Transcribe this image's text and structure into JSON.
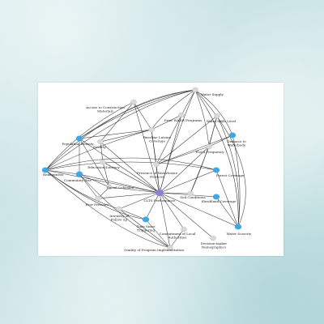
{
  "diagram": {
    "key_color": "#42a6e0",
    "other_color": "#d9d9d9",
    "core_color": "#8e7fd6",
    "nodes": [
      {
        "id": "water-supply",
        "label": "Water Supply",
        "kind": "other"
      },
      {
        "id": "access-construction",
        "label": "Access to Construction",
        "label2": "Materials",
        "kind": "other"
      },
      {
        "id": "prior-wash",
        "label": "Prior WASH Programs",
        "kind": "other"
      },
      {
        "id": "water-table",
        "label": "Water table Level",
        "kind": "other"
      },
      {
        "id": "baseline-latrine",
        "label": "Baseline Latrine",
        "label2": "Coverage",
        "kind": "other"
      },
      {
        "id": "population-density",
        "label": "Population Density",
        "kind": "key"
      },
      {
        "id": "poverty",
        "label": "Poverty",
        "kind": "other"
      },
      {
        "id": "distance-waterbody",
        "label": "Distance to",
        "label2": "Waterbody",
        "kind": "key"
      },
      {
        "id": "flood-frequency",
        "label": "Flood Frequency",
        "kind": "other"
      },
      {
        "id": "education-literacy",
        "label": "Education/Literacy",
        "kind": "other"
      },
      {
        "id": "remoteness",
        "label": "Remoteness",
        "kind": "key"
      },
      {
        "id": "presence-waterborne",
        "label": "Presence of Waterborne",
        "label2": "Diseases",
        "kind": "other"
      },
      {
        "id": "forest-coverage",
        "label": "Forest Coverage",
        "kind": "key"
      },
      {
        "id": "community-size",
        "label": "Community Size",
        "kind": "key"
      },
      {
        "id": "social-cohesion",
        "label": "Social Cohesion",
        "kind": "other"
      },
      {
        "id": "clts-performance",
        "label": "CLTS Performance",
        "kind": "core"
      },
      {
        "id": "soil-conditions",
        "label": "Soil Conditions",
        "kind": "other"
      },
      {
        "id": "shrubland-coverage",
        "label": "Shrubland Coverage",
        "kind": "key"
      },
      {
        "id": "peer-pressure",
        "label": "Peer Pressure",
        "kind": "other"
      },
      {
        "id": "intensity-followup",
        "label": "Intensity of",
        "label2": "Follow up",
        "kind": "other"
      },
      {
        "id": "time-since-triggering",
        "label": "Time Since",
        "label2": "Triggering",
        "kind": "key"
      },
      {
        "id": "commitment-local",
        "label": "Commitment of Local",
        "label2": "Authorities",
        "kind": "other"
      },
      {
        "id": "water-scarcity",
        "label": "Water Scarcity",
        "kind": "key"
      },
      {
        "id": "decision-maker",
        "label": "Decision-maker",
        "label2": "Demographics",
        "kind": "other"
      },
      {
        "id": "quality-implementation",
        "label": "Quality of Program Implementation",
        "kind": "other"
      }
    ]
  }
}
